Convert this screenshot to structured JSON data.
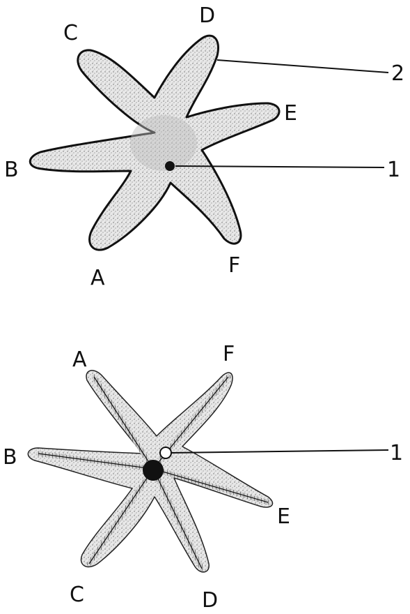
{
  "figure_top": {
    "arm_labels": [
      "A",
      "B",
      "C",
      "D",
      "E",
      "F"
    ],
    "callouts": [
      "1",
      "2"
    ]
  },
  "figure_bottom": {
    "arm_labels": [
      "A",
      "B",
      "C",
      "D",
      "E",
      "F"
    ],
    "callouts": [
      "1"
    ]
  },
  "colors": {
    "ink": "#111111",
    "stipple_fill": "#e4e4e4",
    "background": "#ffffff"
  }
}
